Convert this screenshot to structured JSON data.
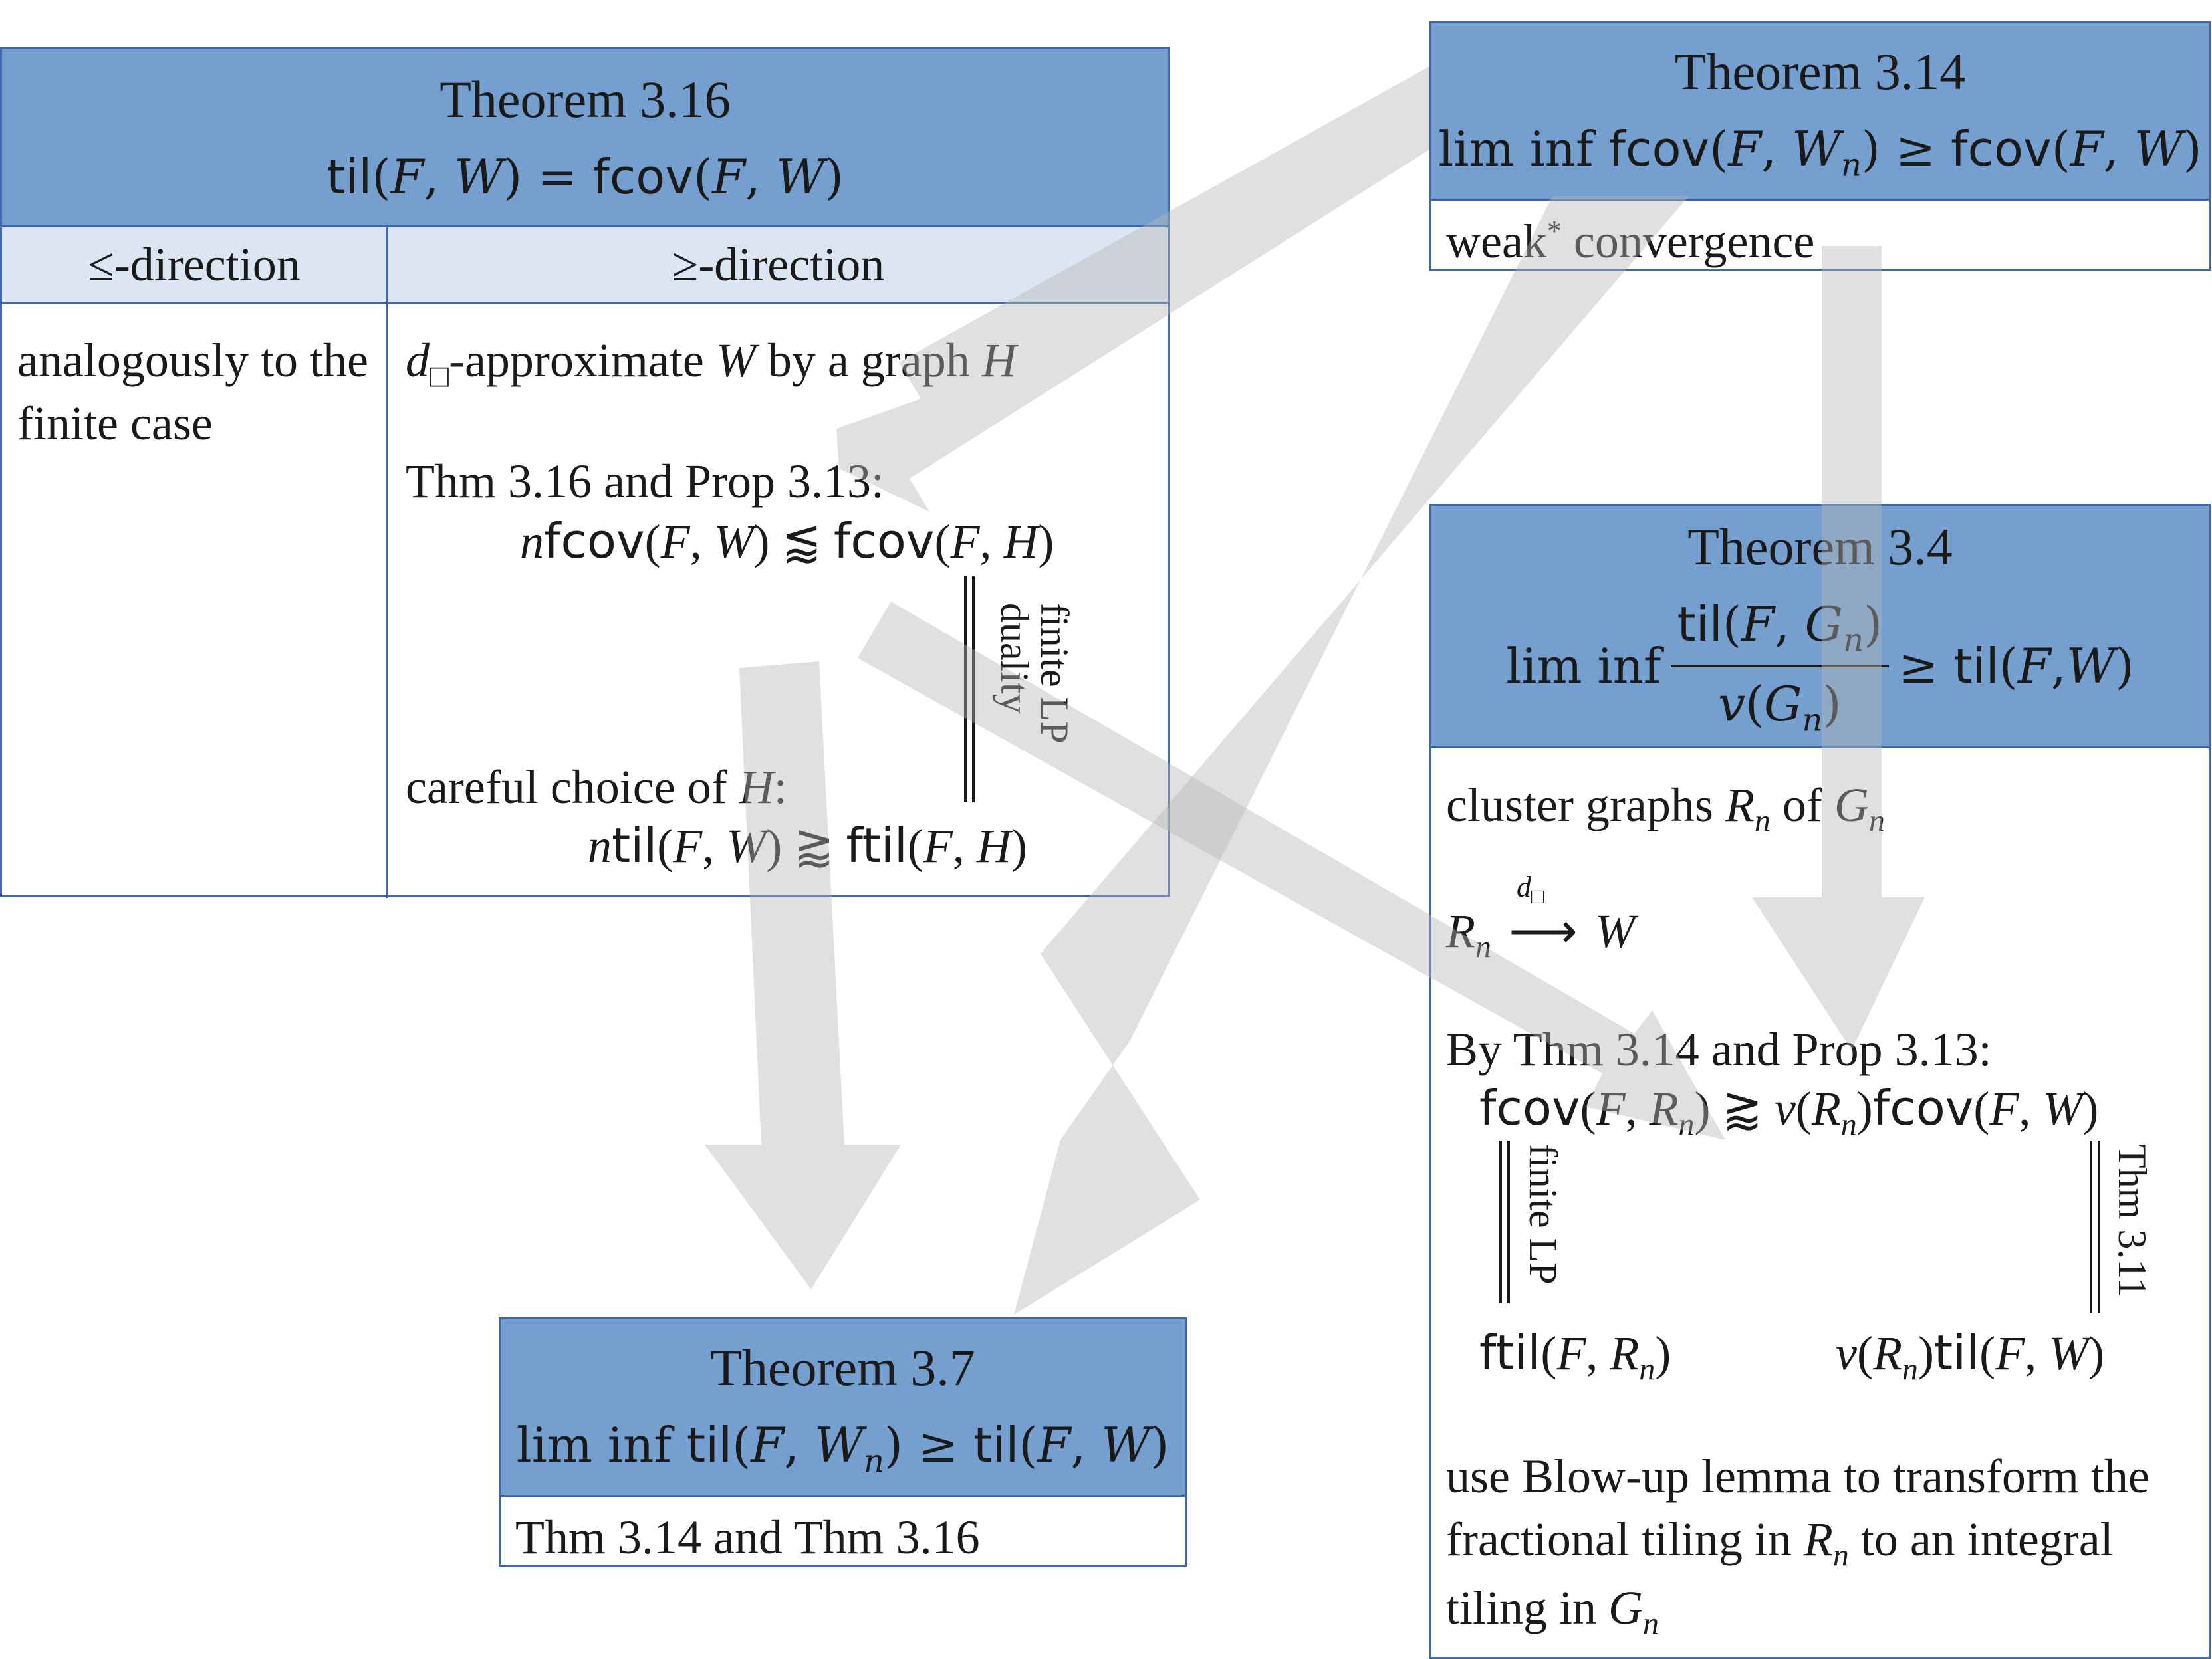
{
  "thm316": {
    "title": "Theorem 3.16",
    "formula": "til(F,W) = fcov(F,W)",
    "col_le": "≤-direction",
    "col_ge": "≥-direction",
    "le_text": "analogously to the finite case",
    "ge_line1": "d□-approximate W by a graph H",
    "ge_line2": "Thm 3.16 and Prop 3.13:",
    "ge_ineq1": "nfcov(F,W) ⪅ fcov(F,H)",
    "ge_side": "finite LP duality",
    "ge_line3": "careful choice of H:",
    "ge_ineq2": "ntil(F,W) ⪆ ftil(F,H)"
  },
  "thm314": {
    "title": "Theorem 3.14",
    "formula": "lim inf fcov(F,Wn) ≥ fcov(F,W)",
    "body": "weak* convergence"
  },
  "thm34": {
    "title": "Theorem 3.4",
    "formula": "lim inf til(F,Gn)/v(Gn) ≥ til(F,W)",
    "line1": "cluster graphs Rn of Gn",
    "line2": "Rn →d□ W",
    "line3": "By Thm 3.14 and Prop 3.13:",
    "ineq": "fcov(F,Rn) ⪆ v(Rn)fcov(F,W)",
    "left_side": "finite LP",
    "right_side": "Thm 3.11",
    "bottom_left": "ftil(F,Rn)",
    "bottom_right": "v(Rn)til(F,W)",
    "line4": "use Blow-up lemma to transform the fractional tiling in Rn to an integral tiling in Gn"
  },
  "thm37": {
    "title": "Theorem 3.7",
    "formula": "lim inf til(F,Wn) ≥ til(F,W)",
    "body": "Thm 3.14 and Thm 3.16"
  },
  "colors": {
    "header": "#749fcf",
    "subheader": "#dce6f2",
    "border": "#3f66aa",
    "arrow": "#c8c8c8"
  }
}
